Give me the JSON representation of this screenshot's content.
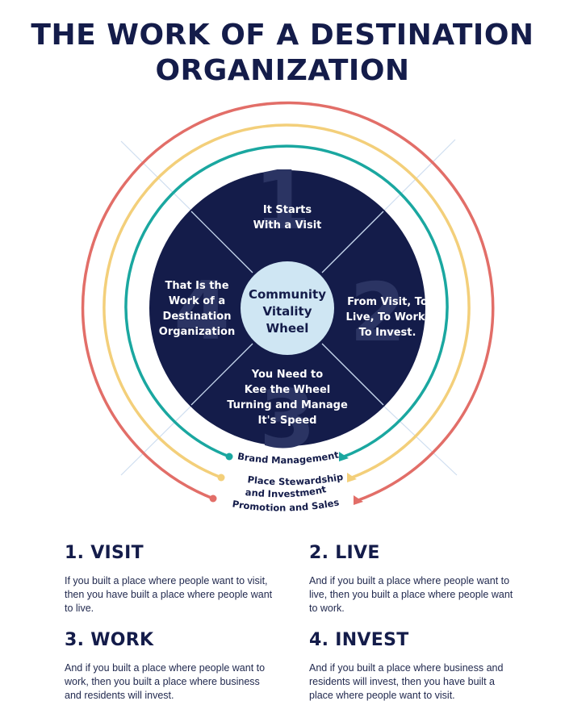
{
  "title": {
    "line1": "THE WORK OF A DESTINATION",
    "line2": "ORGANIZATION"
  },
  "wheel": {
    "center_label": [
      "Community",
      "Vitality",
      "Wheel"
    ],
    "segments": [
      {
        "number": "1",
        "lines": [
          "It Starts",
          "With a Visit"
        ]
      },
      {
        "number": "2",
        "lines": [
          "From Visit, To",
          "Live, To Work,",
          "To Invest."
        ]
      },
      {
        "number": "3",
        "lines": [
          "You Need to",
          "Kee the Wheel",
          "Turning and Manage",
          "It's Speed"
        ]
      },
      {
        "number": "4",
        "lines": [
          "That Is the",
          "Work of a",
          "Destination",
          "Organization"
        ]
      }
    ],
    "rings": [
      {
        "label": "Brand Management",
        "color": "#1aa7a0"
      },
      {
        "label": "Place Stewardship and Investment",
        "label_lines": [
          "Place Stewardship",
          "and Investment"
        ],
        "color": "#f3cf7a"
      },
      {
        "label": "Promotion and Sales",
        "color": "#e26e68"
      }
    ],
    "colors": {
      "disc": "#141c4a",
      "center": "#cfe6f3",
      "divider": "#c9daf0",
      "number": "#2b3463"
    }
  },
  "cards": [
    {
      "heading": "1. VISIT",
      "body": "If you built a place where people want to visit, then you have built a place where people want to live."
    },
    {
      "heading": "2. LIVE",
      "body": "And if you built a place where people want to live, then you built a place where people want to work."
    },
    {
      "heading": "3. WORK",
      "body": "And if you built a place where people want to work, then you built a place where business and residents will invest."
    },
    {
      "heading": "4. INVEST",
      "body": "And if you built a place where business and residents will invest, then you have built a place where people want to visit."
    }
  ]
}
